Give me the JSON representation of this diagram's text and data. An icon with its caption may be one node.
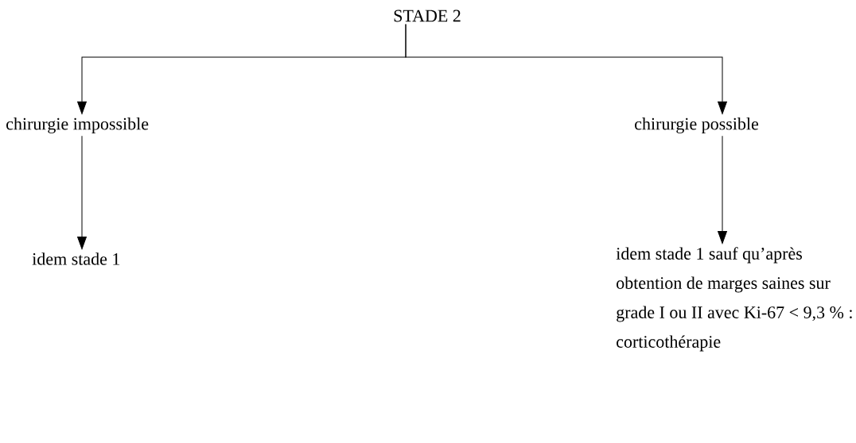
{
  "diagram": {
    "nodes": [
      {
        "text": [
          "STADE 2"
        ]
      },
      {
        "text": [
          "chirurgie impossible"
        ]
      },
      {
        "text": [
          "chirurgie possible"
        ]
      },
      {
        "text": [
          "idem stade 1"
        ]
      },
      {
        "text": [
          "idem stade 1 sauf qu’après obtention de marges saines sur grade I ou II avec Ki-67 < 9,3 % : corticothérapie"
        ]
      }
    ],
    "edges": [
      {
        "from": 0,
        "to": 1,
        "arrow": "to"
      },
      {
        "from": 0,
        "to": 2,
        "arrow": "to"
      },
      {
        "from": 1,
        "to": 3,
        "arrow": "to"
      },
      {
        "from": 2,
        "to": 4,
        "arrow": "to"
      }
    ]
  }
}
